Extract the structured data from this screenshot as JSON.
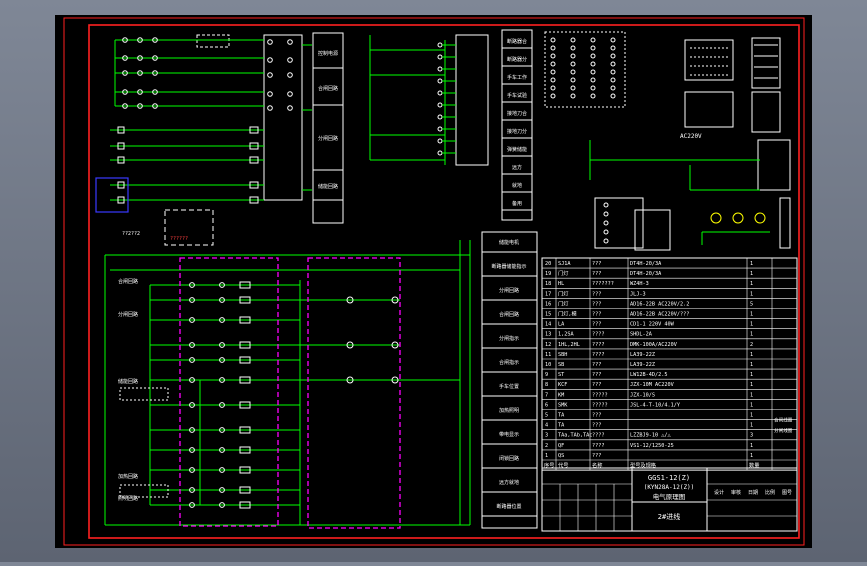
{
  "drawing": {
    "title_cn": "电气原理图",
    "model_line_1": "GGS1-12(Z)",
    "model_line_2": "(KYN28A-12(Z))",
    "sheet_label": "2#进线"
  },
  "left_labels": [
    "合闸回路",
    "分闸回路",
    "储能回路",
    "加热回路",
    "照明回路"
  ],
  "func_column": [
    "储能电机",
    "断路器储能指示",
    "分闸回路",
    "合闸回路",
    "分闸指示",
    "合闸指示",
    "手车位置",
    "加热照明",
    "带电显示",
    "闭锁回路",
    "远方就地",
    "断路器位置"
  ],
  "right_function_labels": [
    "断路器合",
    "断路器分",
    "手车工作",
    "手车试验",
    "接地刀合",
    "接地刀分",
    "弹簧储能",
    "远方",
    "就地",
    "备用"
  ],
  "mid_labels": [
    "控制电源",
    "合闸回路",
    "分闸回路",
    "储能回路"
  ],
  "bom_rows": [
    [
      "20",
      "SJ1A",
      "???",
      "DT4H-20/3A",
      "1"
    ],
    [
      "19",
      "门灯",
      "???",
      "DT4H-20/3A",
      "1"
    ],
    [
      "18",
      "HL",
      "???????",
      "WZ4H-3",
      "1"
    ],
    [
      "17",
      "门灯",
      "???",
      "JLJ-3",
      "1"
    ],
    [
      "16",
      "门灯",
      "???",
      "AD16-22B  AC220V/2.2",
      "5"
    ],
    [
      "15",
      "门灯,模",
      "???",
      "AD16-22B  AC220V/???",
      "1"
    ],
    [
      "14",
      "LA",
      "???",
      "CD1-1 220V 40W",
      "1"
    ],
    [
      "13",
      "1,2SA",
      "????",
      "SHDL-2A",
      "1"
    ],
    [
      "12",
      "1HL,2HL",
      "????",
      "DMK-100A/AC220V",
      "2"
    ],
    [
      "11",
      "SBH",
      "????",
      "LA39-22Z",
      "1"
    ],
    [
      "10",
      "SB",
      "???",
      "LA39-22Z",
      "1"
    ],
    [
      "9",
      "ST",
      "???",
      "LW12B-4D/2.5",
      "1"
    ],
    [
      "8",
      "KCF",
      "???",
      "JZX-10M  AC220V",
      "1"
    ],
    [
      "7",
      "KM",
      "?????",
      "JZX-10/S",
      "1"
    ],
    [
      "6",
      "SMK",
      "?????",
      "JSL-4-T-10/4.1/Y",
      "1"
    ],
    [
      "5",
      "TA",
      "???",
      "",
      "1"
    ],
    [
      "4",
      "TA",
      "???",
      "",
      "1"
    ],
    [
      "3",
      "TAa,TAb,TAc",
      "????",
      "LZZBJ9-10  △/△",
      "3"
    ],
    [
      "2",
      "QF",
      "????",
      "VS1-12/1250-25",
      "1"
    ],
    [
      "1",
      "QS",
      "???",
      "",
      "1"
    ]
  ],
  "bom_header": [
    "序号",
    "代号",
    "名称",
    "型号及规格",
    "数量"
  ],
  "bom_side_notes": [
    "合闸线圈",
    "分闸线圈"
  ],
  "title_block_cells": [
    "设计",
    "审核",
    "日期",
    "比例",
    "图号"
  ],
  "power_label": "AC220V",
  "question_tags": [
    "??2??2",
    "??????",
    "???"
  ],
  "colors": {
    "background": "#000000",
    "frame": "#ff0000",
    "wire": "#00ff00",
    "component": "#ffffff",
    "dashed_box": "#ff00ff",
    "cyan": "#00ffff",
    "yellow": "#ffff00",
    "blue": "#2222ff"
  }
}
